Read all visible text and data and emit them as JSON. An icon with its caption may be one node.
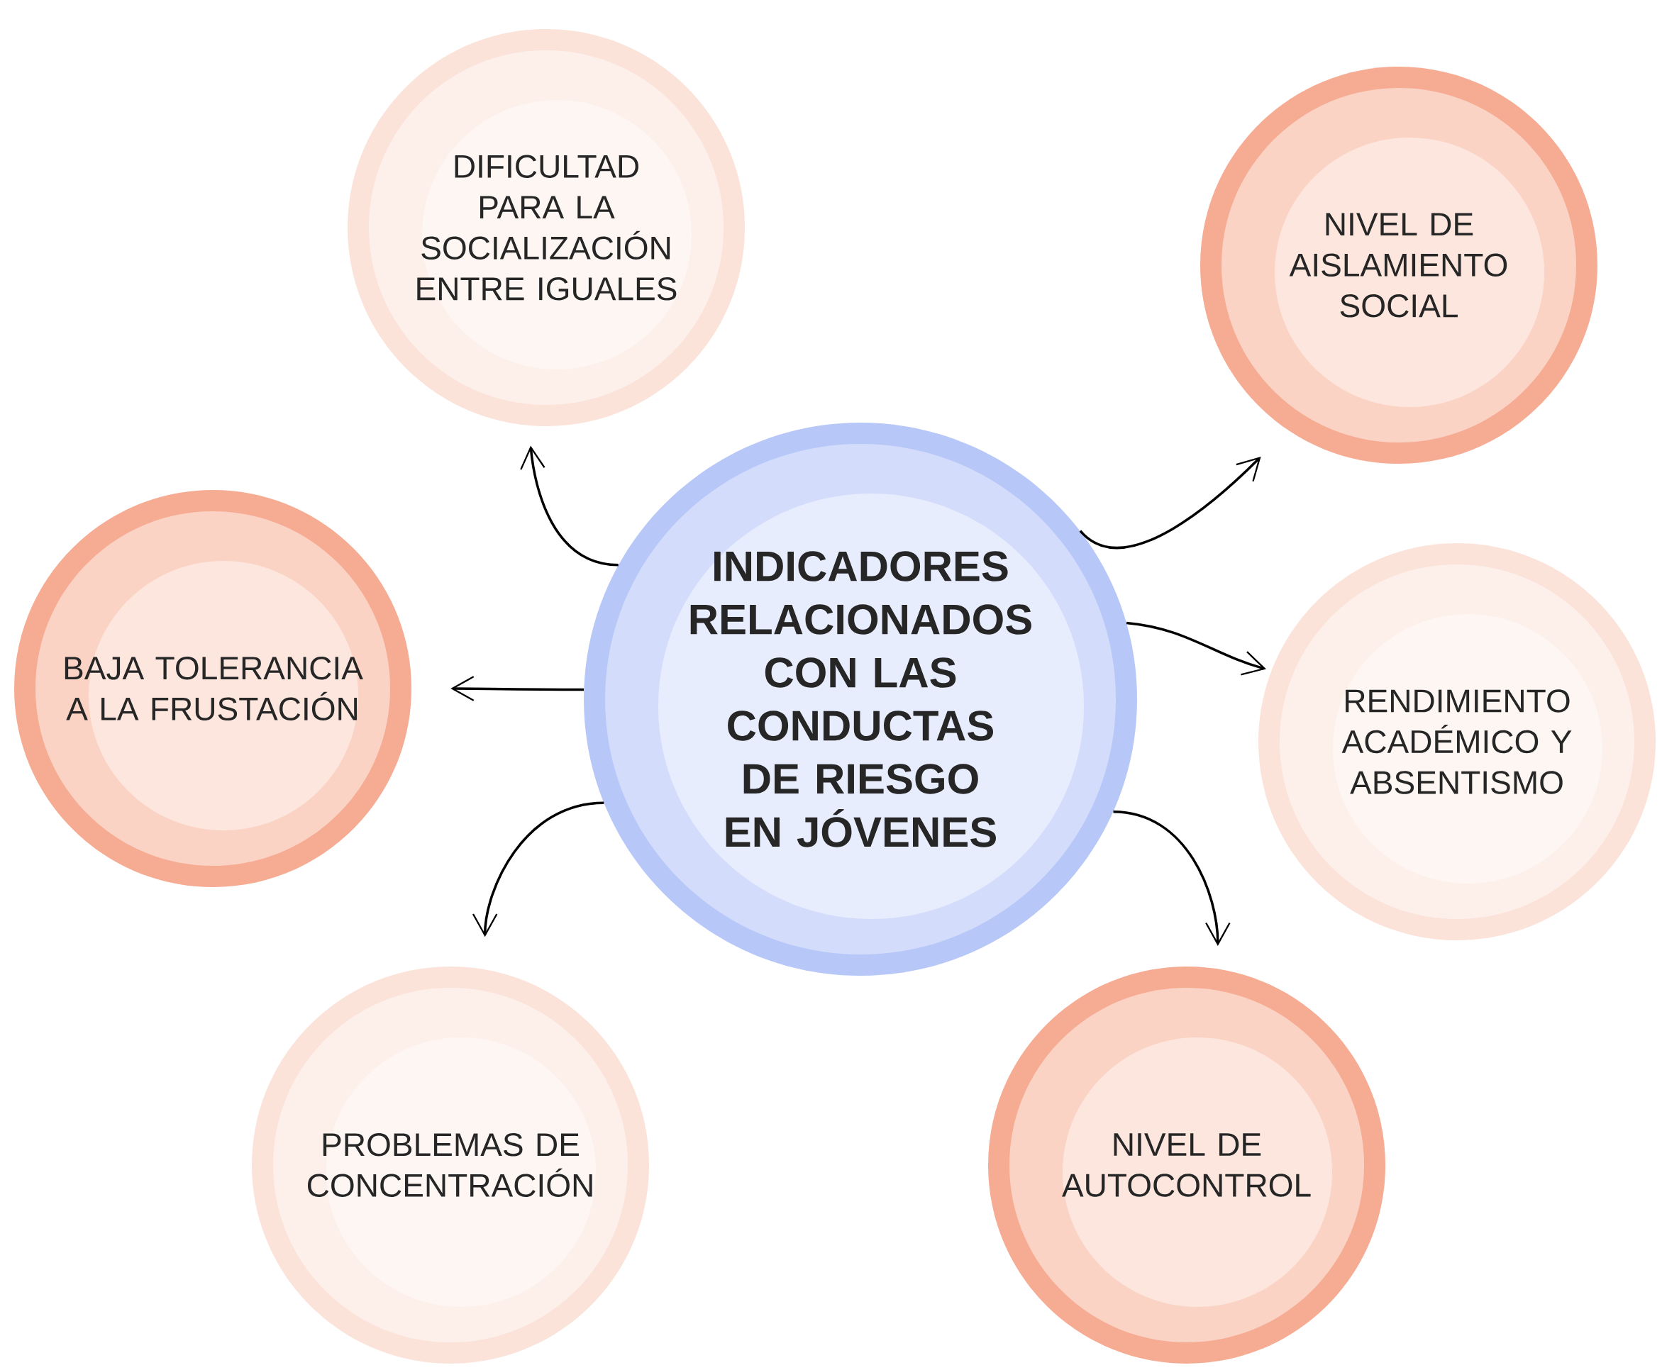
{
  "diagram": {
    "nodes": [
      {
        "text": [
          "DIFICULTAD PARA LA SOCIALIZACIÓN ENTRE IGUALES"
        ]
      },
      {
        "text": [
          "NIVEL DE AISLAMIENTO SOCIAL"
        ]
      },
      {
        "text": [
          "BAJA TOLERANCIA A LA FRUSTACIÓN"
        ]
      },
      {
        "text": [
          "INDICADORES RELACIONADOS CON LAS CONDUCTAS DE RIESGO EN JÓVENES"
        ]
      },
      {
        "text": [
          "RENDIMIENTO ACADÉMICO Y ABSENTISMO"
        ]
      },
      {
        "text": [
          "PROBLEMAS DE CONCENTRACIÓN"
        ]
      },
      {
        "text": [
          "NIVEL DE AUTOCONTROL"
        ]
      }
    ],
    "edges": [
      {
        "from": 3,
        "to": 0,
        "arrow": "to"
      },
      {
        "from": 3,
        "to": 1,
        "arrow": "to"
      },
      {
        "from": 3,
        "to": 2,
        "arrow": "to"
      },
      {
        "from": 3,
        "to": 4,
        "arrow": "to"
      },
      {
        "from": 3,
        "to": 5,
        "arrow": "to"
      },
      {
        "from": 3,
        "to": 6,
        "arrow": "to"
      }
    ]
  }
}
